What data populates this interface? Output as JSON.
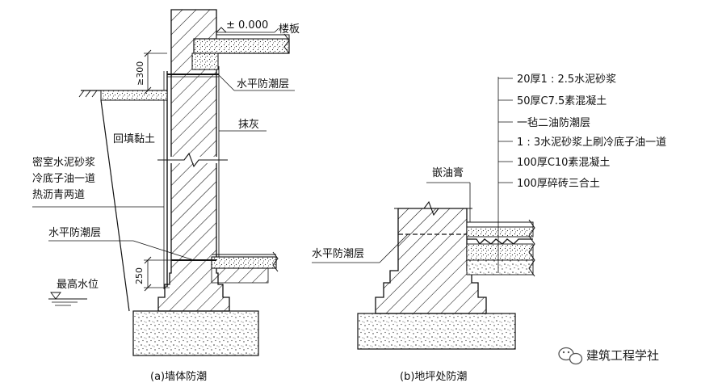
{
  "diagram_a": {
    "elevation": "± 0.000",
    "floor_slab": "楼板",
    "h_dpc_top": "水平防潮层",
    "dim_300": "≥300",
    "plaster": "抹灰",
    "backfill": "回填黏土",
    "basement_line1": "密室水泥砂浆",
    "basement_line2": "冷底子油一道",
    "basement_line3": "热沥青两道",
    "h_dpc_low": "水平防潮层",
    "dim_250": "250",
    "max_water": "最高水位",
    "caption": "(a)墙体防潮"
  },
  "diagram_b": {
    "layers": [
      "20厚1 : 2.5水泥砂浆",
      "50厚C7.5素混凝土",
      "一毡二油防潮层",
      "1 : 3水泥砂浆上刷冷底子油一道",
      "100厚C10素混凝土",
      "100厚碎砖三合土"
    ],
    "sealant": "嵌油膏",
    "h_dpc": "水平防潮层",
    "caption": "(b)地坪处防潮"
  },
  "watermark": {
    "text": "建筑工程学社",
    "icon": "wechat-icon"
  }
}
